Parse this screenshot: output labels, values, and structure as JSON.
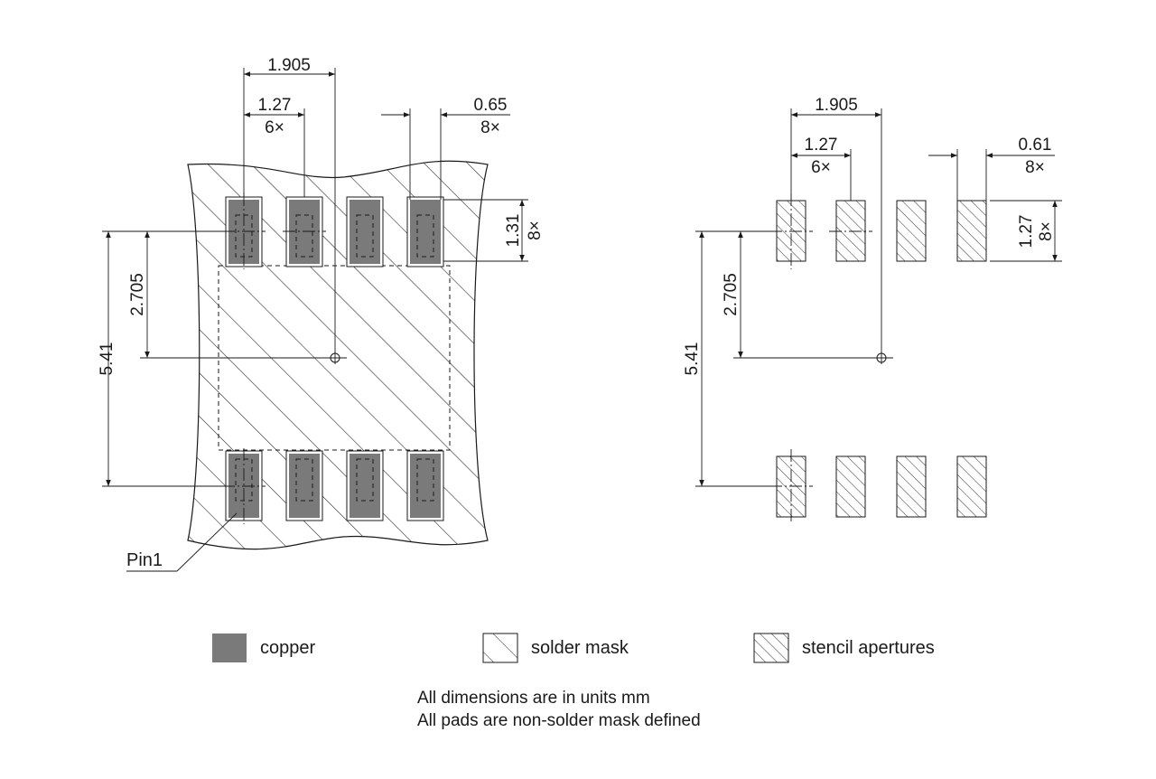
{
  "colors": {
    "copper": "#7a7a7a",
    "line": "#1a1a1a",
    "background": "#ffffff"
  },
  "left_view": {
    "dim_pitch_total": "1.905",
    "dim_pitch": "1.27",
    "dim_pitch_count": "6×",
    "dim_pad_width": "0.65",
    "dim_pad_width_count": "8×",
    "dim_pad_height": "1.31",
    "dim_pad_height_count": "8×",
    "dim_center": "2.705",
    "dim_rows": "5.41",
    "pin1_label": "Pin1"
  },
  "right_view": {
    "dim_pitch_total": "1.905",
    "dim_pitch": "1.27",
    "dim_pitch_count": "6×",
    "dim_pad_width": "0.61",
    "dim_pad_width_count": "8×",
    "dim_pad_height": "1.27",
    "dim_pad_height_count": "8×",
    "dim_center": "2.705",
    "dim_rows": "5.41"
  },
  "legend": {
    "copper": "copper",
    "solder_mask": "solder mask",
    "stencil": "stencil apertures"
  },
  "notes": {
    "line1": "All dimensions are in units mm",
    "line2": "All pads are non-solder mask defined"
  }
}
